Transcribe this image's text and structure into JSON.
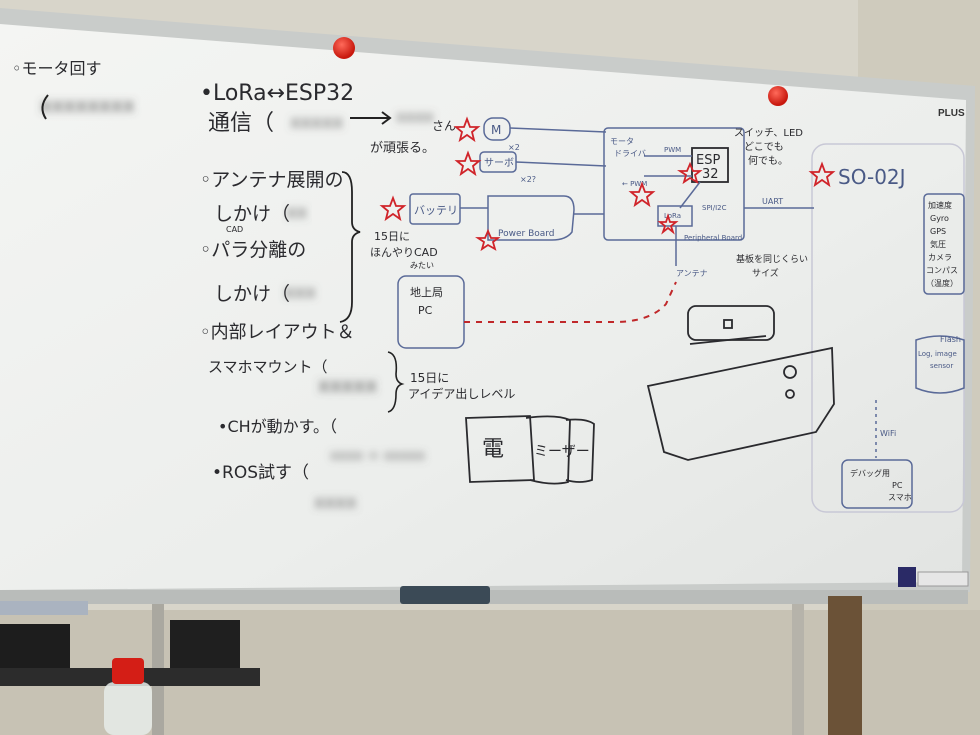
{
  "brand": "PLUS",
  "left_notes": {
    "motor": "◦モータ回す",
    "lora_line1": "•LoRa↔ESP32",
    "lora_line2": "通信（",
    "lora_note": "さん",
    "lora_note2": "が頑張る。",
    "antenna_line1": "◦アンテナ展開の",
    "antenna_line2": "しかけ（",
    "antenna_cad": "CAD",
    "para_line1": "◦パラ分離の",
    "para_line2": "しかけ（",
    "deadline_15": "15日に",
    "deadline_15b": "ほんやりCAD",
    "deadline_15c": "みたい",
    "layout_line1": "◦内部レイアウト＆",
    "layout_line2": "スマホマウント（",
    "idea_line1": "15日に",
    "idea_line2": "アイデア出しレベル",
    "ch_line": "•CHが動かす。（",
    "ros_line": "•ROS試す（"
  },
  "diagram": {
    "motor_label": "M",
    "motor_mult": "×2",
    "servo_label": "サーボ",
    "servo_mult": "×2?",
    "battery_label": "バッテリ",
    "power_board_label": "Power Board",
    "motor_driver_1": "モータ",
    "motor_driver_2": "ドライバ",
    "pwm_top": "PWM",
    "pwm_mid": "← PWM",
    "esp_label_1": "ESP",
    "esp_label_2": "32",
    "switch_led_1": "スイッチ、LED",
    "switch_led_2": "どこでも",
    "switch_led_3": "何でも。",
    "lora_box": "LoRa",
    "spi_i2c": "SPI/I2C",
    "peripheral_board": "Peripheral Board",
    "uart": "UART",
    "antenna": "アンテナ",
    "same_size_1": "基板を同じくらい",
    "same_size_2": "サイズ",
    "ground_station_1": "地上局",
    "ground_station_2": "PC",
    "phone_model": "SO-02J",
    "sensors": [
      "加速度",
      "Gyro",
      "GPS",
      "気圧",
      "カメラ",
      "コンパス",
      "（温度）"
    ],
    "flash_1": "Flash",
    "flash_2": "Log, image",
    "flash_3": "sensor",
    "wifi": "WiFi",
    "debug_pc_1": "デバッグ用",
    "debug_pc_2": "PC",
    "debug_pc_3": "スマホ",
    "den_char": "電",
    "mizer": "ミーザー"
  }
}
